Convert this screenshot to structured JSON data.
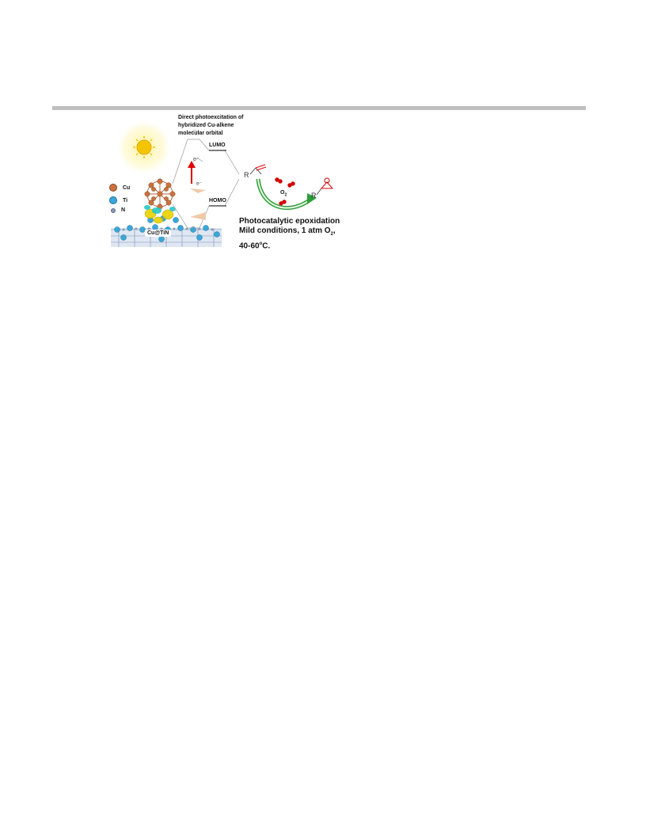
{
  "figure": {
    "caption_lines": [
      "Direct photoexcitation of",
      "hybridized Cu-alkene",
      "molecular orbital"
    ],
    "legend": [
      {
        "label": "Cu",
        "color": "#c8733f"
      },
      {
        "label": "Ti",
        "color": "#3aa7d8"
      },
      {
        "label": "N",
        "color": "#8a9bb8"
      }
    ],
    "lumo": "LUMO",
    "homo": "HOMO",
    "electron_up": "e⁻",
    "electron_down": "e⁻",
    "catalyst": "Cu@TiN",
    "r_left": "R",
    "r_right": "R",
    "o2": "O",
    "o2_sub": "2",
    "reaction_title": "Photocatalytic epoxidation",
    "conditions_line1_pre": "Mild conditions, 1 atm O",
    "conditions_line1_sub": "2",
    "conditions_line1_post": ",",
    "conditions_line2_pre": "40-60",
    "conditions_line2_sup": "o",
    "conditions_line2_post": "C."
  }
}
